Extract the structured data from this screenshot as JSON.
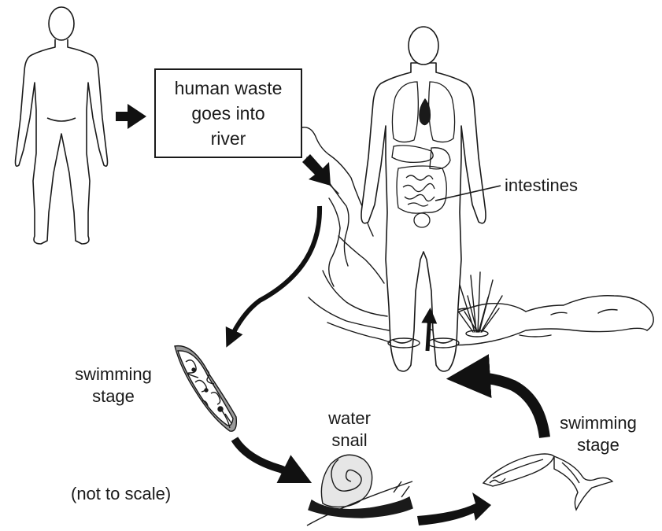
{
  "diagram": {
    "box": {
      "lines": [
        "human waste",
        "goes into",
        "river"
      ]
    },
    "labels": {
      "intestines": "intestines",
      "swimming_stage_left": [
        "swimming",
        "stage"
      ],
      "water_snail": [
        "water",
        "snail"
      ],
      "swimming_stage_right": [
        "swimming",
        "stage"
      ],
      "not_to_scale": "(not to scale)"
    },
    "colors": {
      "ink": "#1a1a1a",
      "background": "#ffffff",
      "arrow": "#111111"
    }
  }
}
